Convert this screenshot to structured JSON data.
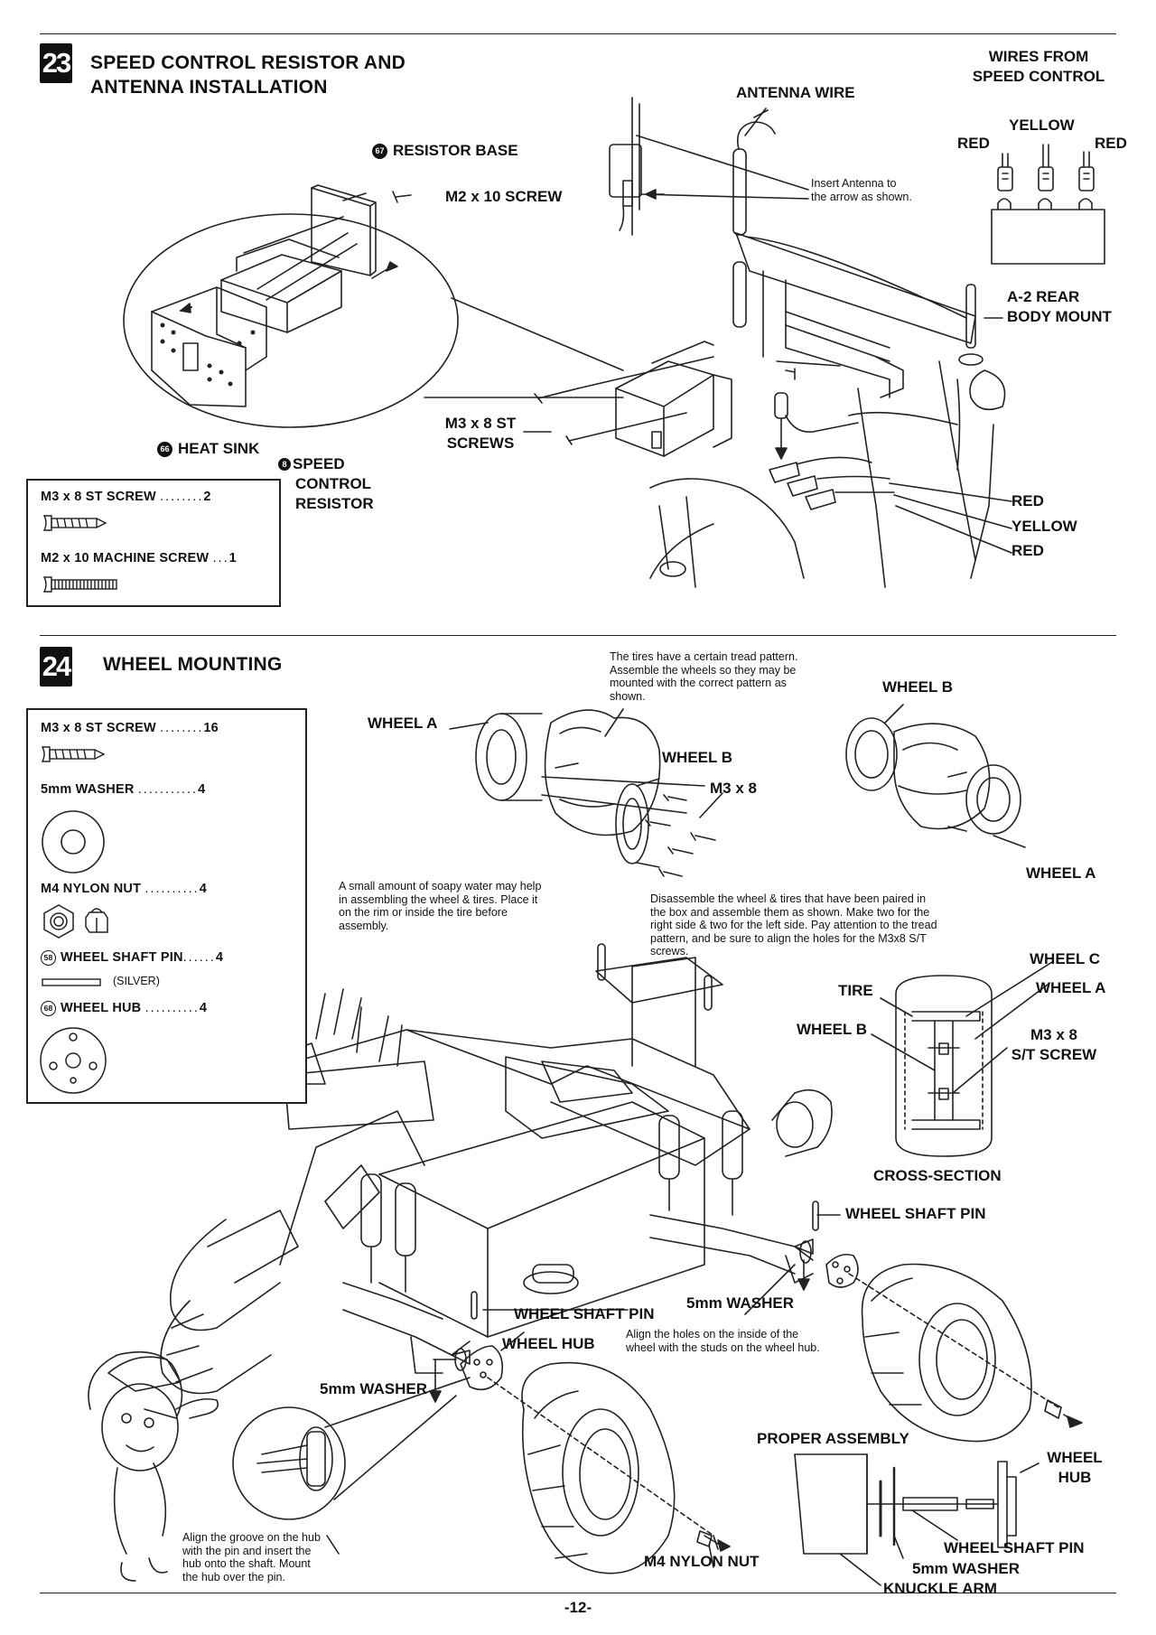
{
  "step23": {
    "number": "23",
    "title_line1": "SPEED CONTROL RESISTOR AND",
    "title_line2": "ANTENNA INSTALLATION",
    "labels": {
      "resistor_base": "RESISTOR BASE",
      "resistor_base_num": "67",
      "m2_screw": "M2 x 10 SCREW",
      "heat_sink": "HEAT SINK",
      "heat_sink_num": "66",
      "speed_control_resistor": [
        "SPEED",
        "CONTROL",
        "RESISTOR"
      ],
      "speed_control_num": "8",
      "m3_screws": [
        "M3 x 8 ST",
        "SCREWS"
      ],
      "antenna_wire": "ANTENNA WIRE",
      "antenna_note": [
        "Insert Antenna to",
        "the arrow as shown."
      ],
      "wires_from": [
        "WIRES FROM",
        "SPEED CONTROL"
      ],
      "yellow": "YELLOW",
      "red_left": "RED",
      "red_right": "RED",
      "rear_body_mount": [
        "A-2 REAR",
        "BODY MOUNT"
      ],
      "wire_colors": [
        "RED",
        "YELLOW",
        "RED"
      ]
    },
    "parts": [
      {
        "name": "M3 x 8 ST SCREW",
        "dots": "........",
        "qty": "2"
      },
      {
        "name": "M2 x 10 MACHINE SCREW",
        "dots": "...",
        "qty": "1"
      }
    ]
  },
  "step24": {
    "number": "24",
    "title": "WHEEL MOUNTING",
    "labels": {
      "wheel_a": "WHEEL A",
      "wheel_b": "WHEEL B",
      "m3x8": "M3 x 8",
      "wheel_b_right": "WHEEL B",
      "wheel_a_right": "WHEEL A",
      "tread_note": [
        "The tires have a certain tread pattern.",
        "Assemble the wheels so they may be",
        "mounted with the correct pattern as",
        "shown."
      ],
      "soapy_note": [
        "A small amount of soapy water may help",
        "in assembling the wheel & tires. Place it",
        "on the rim or inside the tire before",
        "assembly."
      ],
      "disassemble_note": [
        "Disassemble the wheel & tires that have been paired in",
        "the box and assemble them as shown. Make two for the",
        "right side & two for the left side. Pay attention to the tread",
        "pattern, and be sure to align the holes for the M3x8 S/T",
        "screws."
      ],
      "wheel_c": "WHEEL C",
      "tire": "TIRE",
      "wheel_a_cs": "WHEEL A",
      "wheel_b_cs": "WHEEL B",
      "m3x8_st_screw": [
        "M3 x 8",
        "S/T SCREW"
      ],
      "cross_section": "CROSS-SECTION",
      "wheel_shaft_pin_right": "WHEEL SHAFT PIN",
      "five_mm_washer_mid": "5mm WASHER",
      "wheel_shaft_pin_left": "WHEEL SHAFT PIN",
      "wheel_hub": "WHEEL HUB",
      "align_holes_note": [
        "Align the holes on the inside of the",
        "wheel with the studs on the wheel hub."
      ],
      "five_mm_washer_left": "5mm WASHER",
      "align_groove_note": [
        "Align the groove on the hub",
        "with the pin and insert the",
        "hub onto the shaft. Mount",
        "the hub over the pin."
      ],
      "m4_nylon_nut": "M4 NYLON NUT",
      "proper_assembly": "PROPER ASSEMBLY",
      "wheel_hub_pa": [
        "WHEEL",
        "HUB"
      ],
      "wheel_shaft_pin_pa": "WHEEL SHAFT PIN",
      "five_mm_washer_pa": "5mm WASHER",
      "knuckle_arm": "KNUCKLE ARM"
    },
    "parts": [
      {
        "name": "M3 x 8 ST SCREW",
        "dots": "........",
        "qty": "16"
      },
      {
        "name": "5mm WASHER",
        "dots": "...........",
        "qty": "4"
      },
      {
        "name": "M4 NYLON NUT",
        "dots": "..........",
        "qty": "4"
      },
      {
        "num": "58",
        "name": "WHEEL SHAFT PIN",
        "dots": "......",
        "qty": "4",
        "note": "(SILVER)"
      },
      {
        "num": "68",
        "name": "WHEEL HUB",
        "dots": "..........",
        "qty": "4"
      }
    ]
  },
  "page_number": "-12-"
}
